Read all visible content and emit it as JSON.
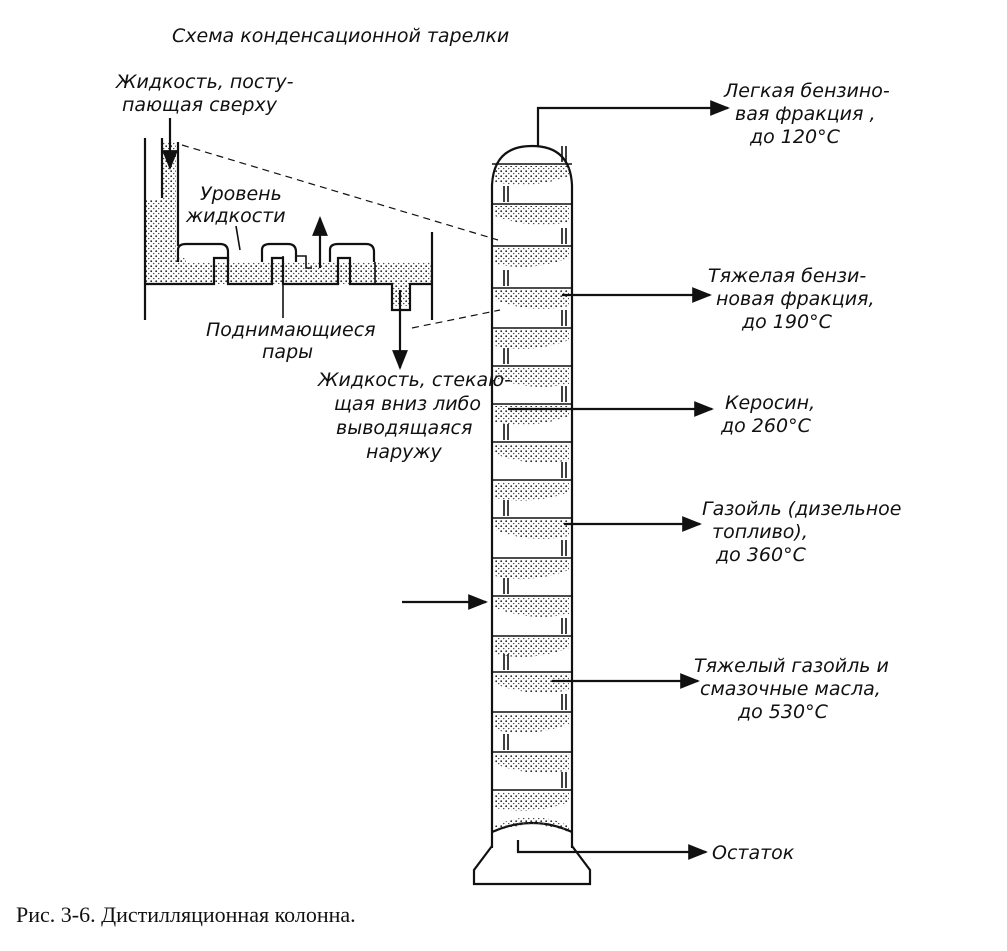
{
  "diagram": {
    "inset_title": "Схема конденсационной тарелки",
    "inset_labels": {
      "liquid_from_above": [
        "Жидкость, посту-",
        "пающая сверху"
      ],
      "liquid_level": [
        "Уровень",
        "жидкости"
      ],
      "rising_vapors": [
        "Поднимающиеся",
        "пары"
      ],
      "liquid_down": [
        "Жидкость, стекаю-",
        "щая вниз либо",
        "выводящаяся",
        "наружу"
      ]
    },
    "fractions": [
      {
        "lines": [
          "Легкая бензино-",
          "вая фракция ,",
          "до 120°C"
        ]
      },
      {
        "lines": [
          "Тяжелая бензи-",
          "новая фракция,",
          "до 190°C"
        ]
      },
      {
        "lines": [
          "Керосин,",
          "до 260°C"
        ]
      },
      {
        "lines": [
          "Газойль (дизельное",
          "топливо),",
          "до 360°C"
        ]
      },
      {
        "lines": [
          "Тяжелый газойль и",
          "смазочные масла,",
          "до 530°C"
        ]
      },
      {
        "lines": [
          "Остаток"
        ]
      }
    ],
    "caption": "Рис. 3-6. Дистилляционная колонна."
  }
}
